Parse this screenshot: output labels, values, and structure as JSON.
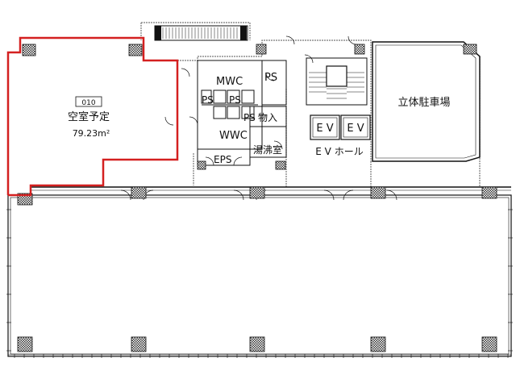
{
  "unit": {
    "number": "010",
    "status": "空室予定",
    "area": "79.23m²",
    "highlight_color": "#d42020"
  },
  "rooms": {
    "mwc": "MWC",
    "wwc": "WWC",
    "ps_top": "PS",
    "ps_left": "PS",
    "ps_mid": "PS",
    "ps_right": "PS",
    "eps": "EPS",
    "storage": "物入",
    "kitchenette": "湯沸室",
    "ev1": "E V",
    "ev2": "E V",
    "ev_hall": "E V ホール",
    "parking": "立体駐車場"
  }
}
